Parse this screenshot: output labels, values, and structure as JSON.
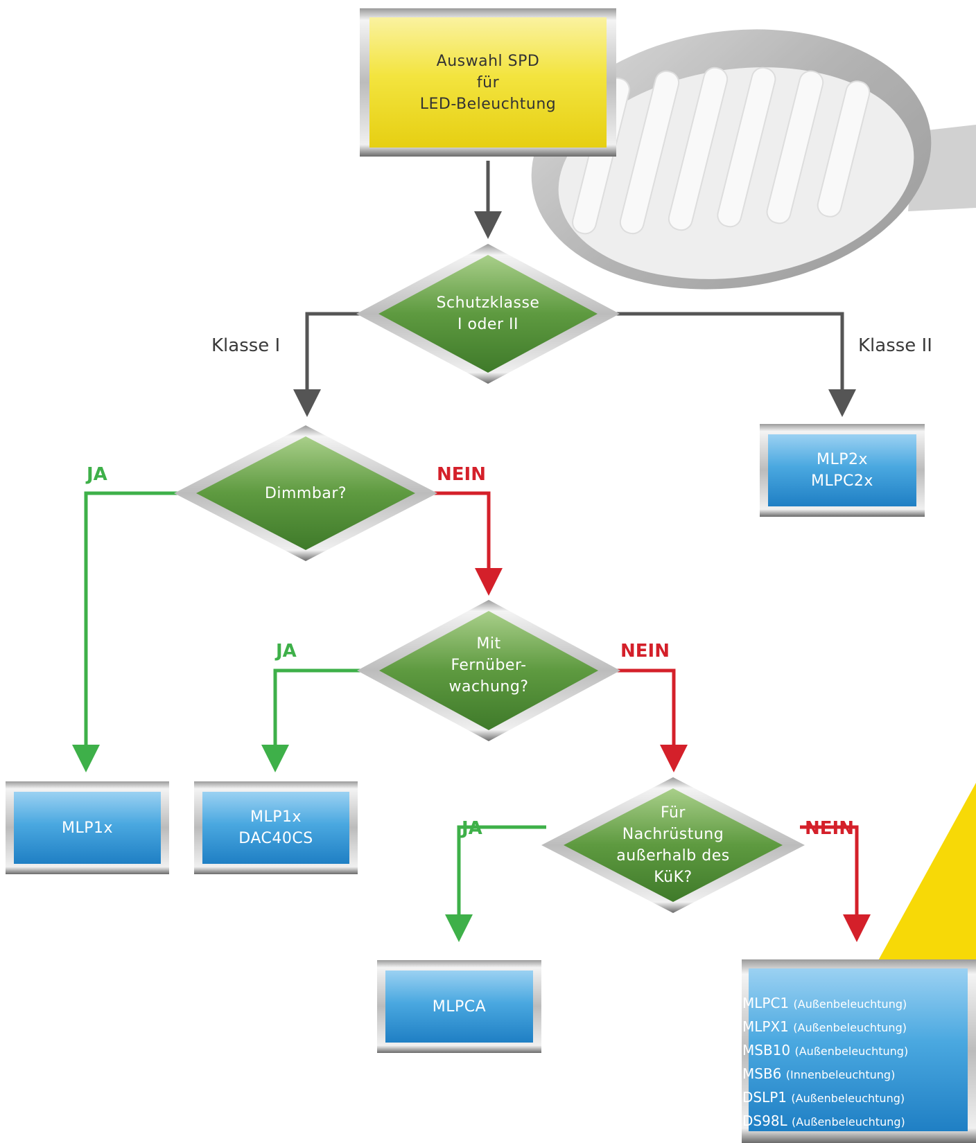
{
  "colors": {
    "start_fill": "#f2e33a",
    "decision_fill": "#5e9a40",
    "result_fill": "#3a9ad6",
    "yes": "#3eb049",
    "no": "#d4202a",
    "neutral_arrow": "#555555",
    "accent_wedge": "#f7d907"
  },
  "start": {
    "lines": [
      "Auswahl SPD",
      "für",
      "LED-Beleuchtung"
    ]
  },
  "decisions": {
    "schutzklasse": {
      "lines": [
        "Schutzklasse",
        "I oder II"
      ]
    },
    "dimmbar": {
      "lines": [
        "Dimmbar?"
      ]
    },
    "fernueberwachung": {
      "lines": [
        "Mit",
        "Fernüber-",
        "wachung?"
      ]
    },
    "nachruestung": {
      "lines": [
        "Für",
        "Nachrüstung",
        "außerhalb des",
        "KüK?"
      ]
    }
  },
  "edge_labels": {
    "klasse1": "Klasse I",
    "klasse2": "Klasse II",
    "yes": "JA",
    "no": "NEIN"
  },
  "results": {
    "mlp2x": {
      "lines": [
        "MLP2x",
        "MLPC2x"
      ]
    },
    "mlp1x": {
      "lines": [
        "MLP1x"
      ]
    },
    "mlp1x_dac": {
      "lines": [
        "MLP1x",
        "DAC40CS"
      ]
    },
    "mlpca": {
      "lines": [
        "MLPCA"
      ]
    },
    "list": {
      "items": [
        {
          "name": "MLPC1",
          "note": "(Außenbeleuchtung)"
        },
        {
          "name": "MLPX1",
          "note": "(Außenbeleuchtung)"
        },
        {
          "name": "MSB10",
          "note": "(Außenbeleuchtung)"
        },
        {
          "name": "MSB6",
          "note": "(Innenbeleuchtung)"
        },
        {
          "name": "DSLP1",
          "note": "(Außenbeleuchtung)"
        },
        {
          "name": "DS98L",
          "note": "(Außenbeleuchtung)"
        }
      ]
    }
  }
}
